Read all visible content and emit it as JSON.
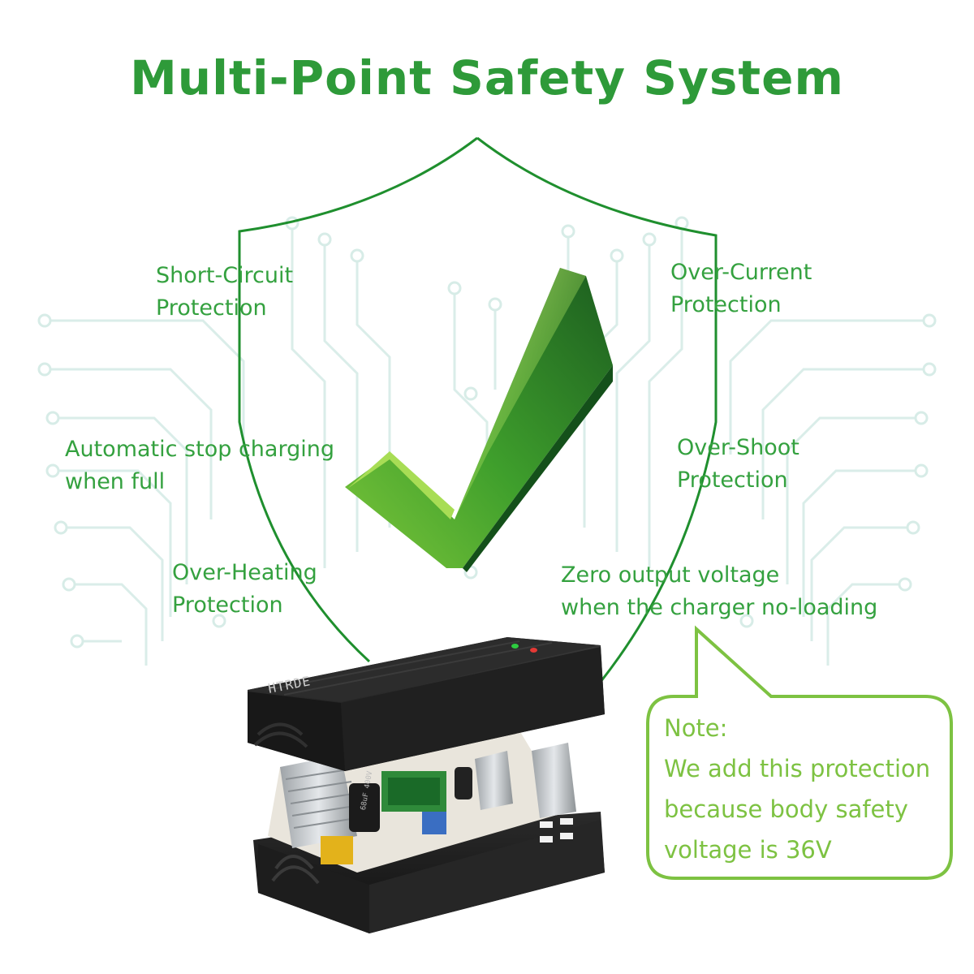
{
  "title": "Multi-Point Safety System",
  "features": {
    "short_circuit": [
      "Short-Circuit",
      "Protection"
    ],
    "over_current": [
      "Over-Current",
      "Protection"
    ],
    "auto_stop": [
      "Automatic stop charging",
      "when full"
    ],
    "over_shoot": [
      "Over-Shoot",
      "Protection"
    ],
    "over_heating": [
      "Over-Heating",
      "Protection"
    ],
    "zero_output": [
      "Zero output voltage",
      "when the charger no-loading"
    ]
  },
  "note": {
    "heading": "Note:",
    "lines": [
      "We add this protection",
      "because body safety",
      "voltage is 36V"
    ]
  },
  "product": {
    "brand_mark": "HTRDE",
    "capacitor_text": "68uF 400V",
    "indicator_colors": [
      "#2ecc40",
      "#e53935"
    ]
  },
  "colors": {
    "title": "#2e9a39",
    "label": "#34a13f",
    "shield_line": "#1f8f2e",
    "note": "#7dc242",
    "check_dark": "#1a5e1a",
    "check_light": "#8ccf3a"
  },
  "icons": [
    "shield-outline",
    "checkmark-icon",
    "circuit-pattern",
    "speech-bubble"
  ]
}
